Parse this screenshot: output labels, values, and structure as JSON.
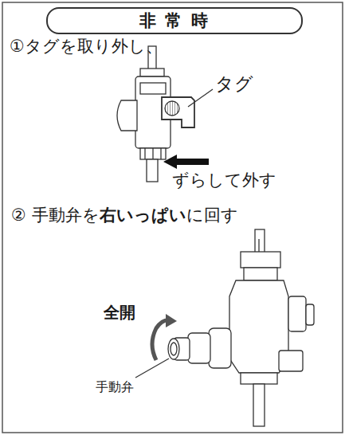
{
  "diagram": {
    "title": "非 常 時",
    "labels": [
      "①タグを取り外し、",
      "タグ",
      "ずらして外す",
      "② 手動弁を",
      "右いっぱい",
      "に回す",
      "全開",
      "手動弁"
    ]
  }
}
